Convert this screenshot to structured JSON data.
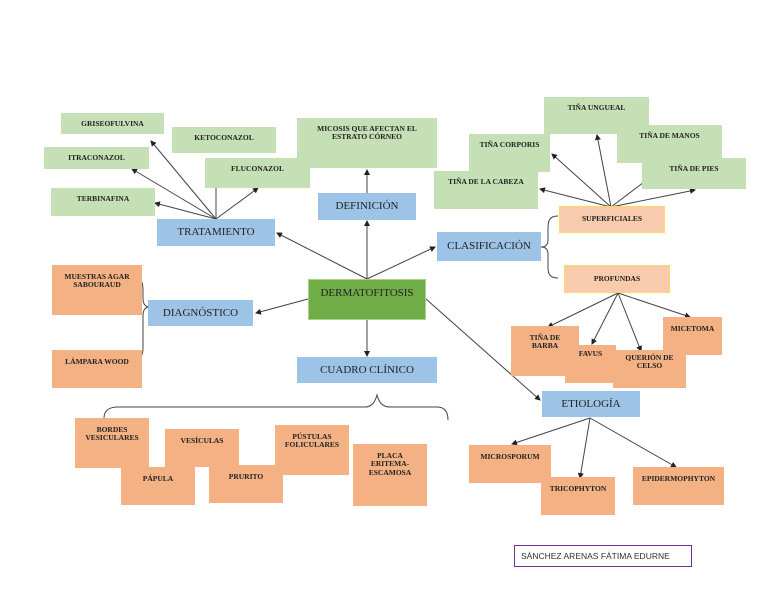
{
  "central": "DERMATOFITOSIS",
  "categories": {
    "definicion": "DEFINICIÓN",
    "tratamiento": "TRATAMIENTO",
    "clasificacion": "CLASIFICACIÓN",
    "diagnostico": "DIAGNÓSTICO",
    "cuadro_clinico": "CUADRO CLÍNICO",
    "etiologia": "ETIOLOGÍA"
  },
  "definicion": {
    "text": "MICOSIS QUE AFECTAN EL ESTRATO CÓRNEO"
  },
  "tratamiento": {
    "items": [
      "GRISEOFULVINA",
      "KETOCONAZOL",
      "ITRACONAZOL",
      "FLUCONAZOL",
      "TERBINAFINA"
    ]
  },
  "clasificacion": {
    "superficiales": {
      "label": "SUPERFICIALES",
      "items": [
        "TIÑA UNGUEAL",
        "TIÑA CORPORIS",
        "TIÑA DE MANOS",
        "TIÑA DE PIES",
        "TIÑA DE LA CABEZA"
      ]
    },
    "profundas": {
      "label": "PROFUNDAS",
      "items": [
        "TIÑA DE BARBA",
        "FAVUS",
        "QUERIÓN DE CELSO",
        "MICETOMA"
      ]
    }
  },
  "diagnostico": {
    "items": [
      "MUESTRAS AGAR SABOURAUD",
      "LÁMPARA WOOD"
    ]
  },
  "cuadro_clinico": {
    "items": [
      "BORDES VESICULARES",
      "VESÍCULAS",
      "PÚSTULAS FOLICULARES",
      "PÁPULA",
      "PRURITO",
      "PLACA ERITEMA-ESCAMOSA"
    ]
  },
  "etiologia": {
    "items": [
      "MICROSPORUM",
      "TRICOPHYTON",
      "EPIDERMOPHYTON"
    ]
  },
  "author": "SÁNCHEZ ARENAS FÁTIMA EDURNE",
  "colors": {
    "central": "#70ad47",
    "category": "#9dc3e6",
    "leaf_green": "#c5e0b4",
    "leaf_orange": "#f4b183",
    "subcategory": "#f8cbad",
    "signature_border": "#7030a0"
  }
}
